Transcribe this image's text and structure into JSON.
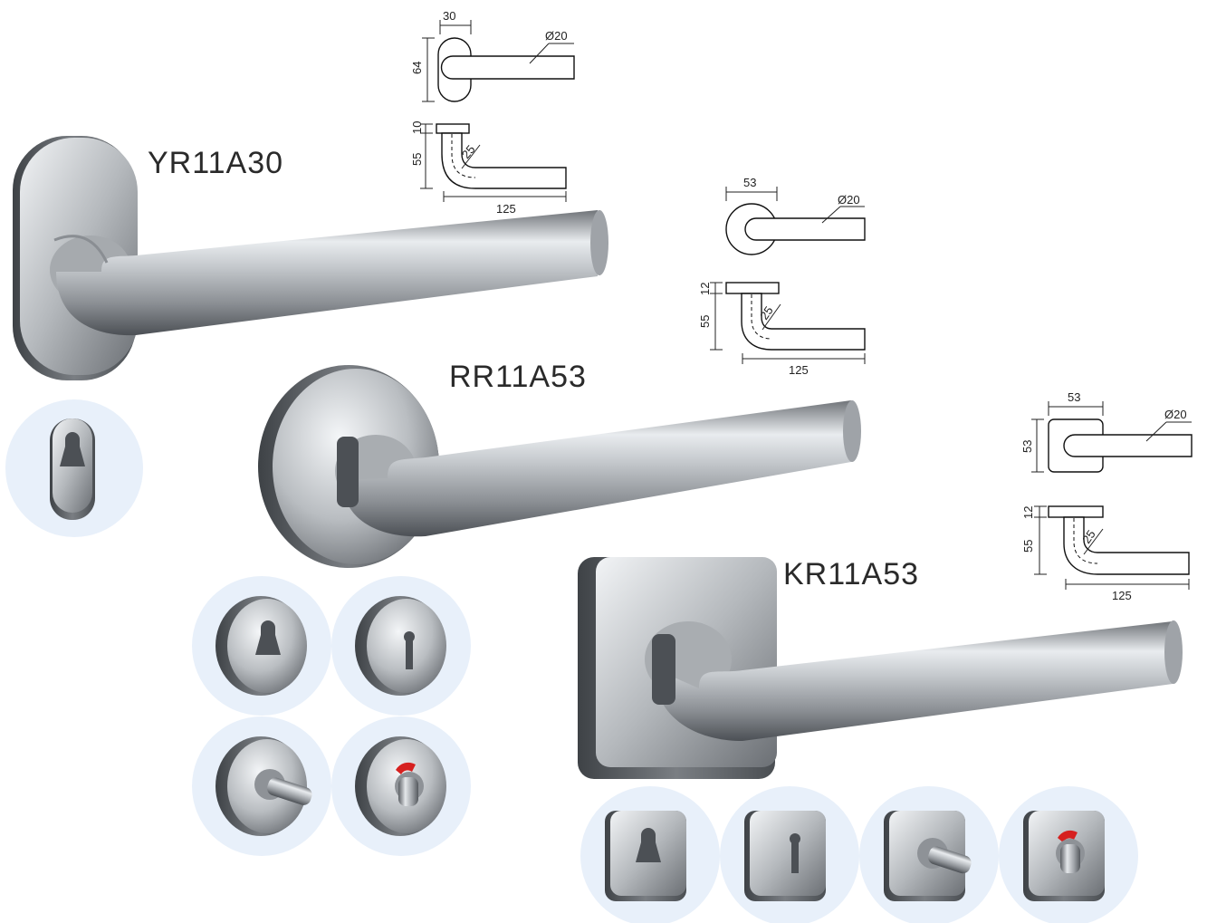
{
  "products": [
    {
      "code": "YR11A30",
      "drawing": {
        "rose_width": "30",
        "rose_height": "64",
        "lever_diameter": "Ø20",
        "rose_thickness": "10",
        "lever_height": "55",
        "bend_radius": "25",
        "lever_length": "125"
      }
    },
    {
      "code": "RR11A53",
      "drawing": {
        "rose_width": "53",
        "lever_diameter": "Ø20",
        "rose_thickness": "12",
        "lever_height": "55",
        "bend_radius": "25",
        "lever_length": "125"
      }
    },
    {
      "code": "KR11A53",
      "drawing": {
        "rose_width": "53",
        "rose_height": "53",
        "lever_diameter": "Ø20",
        "rose_thickness": "12",
        "lever_height": "55",
        "bend_radius": "25",
        "lever_length": "125"
      }
    }
  ],
  "colors": {
    "steel_dark": "#5a5e63",
    "steel_light": "#e6e9ec",
    "bubble": "#e8f0fa",
    "indicator_red": "#d6201f"
  }
}
